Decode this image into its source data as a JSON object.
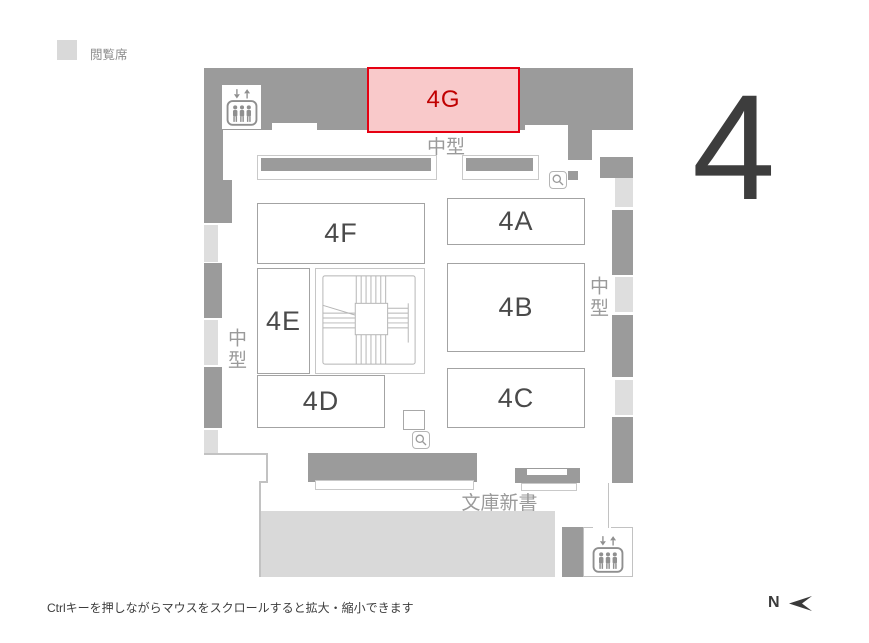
{
  "legend": {
    "label": "閲覧席"
  },
  "floor": {
    "number": "4"
  },
  "map": {
    "rooms": {
      "g": "4G",
      "f": "4F",
      "a": "4A",
      "e": "4E",
      "b": "4B",
      "d": "4D",
      "c": "4C"
    },
    "labels": {
      "top_shelf": "中型",
      "left_shelf": "中型",
      "right_shelf": "中型",
      "bottom_shelf": "文庫新書"
    }
  },
  "footer": {
    "zoom_hint": "Ctrlキーを押しながらマウスをスクロールすると拡大・縮小できます",
    "compass": "N"
  },
  "colors": {
    "highlight_fill": "#f9c9ca",
    "highlight_border": "#e60012",
    "highlight_text": "#c00000",
    "wall_dark": "#9b9b9b",
    "shelf_light": "#dedede",
    "reading_area": "#d9d9d9"
  }
}
